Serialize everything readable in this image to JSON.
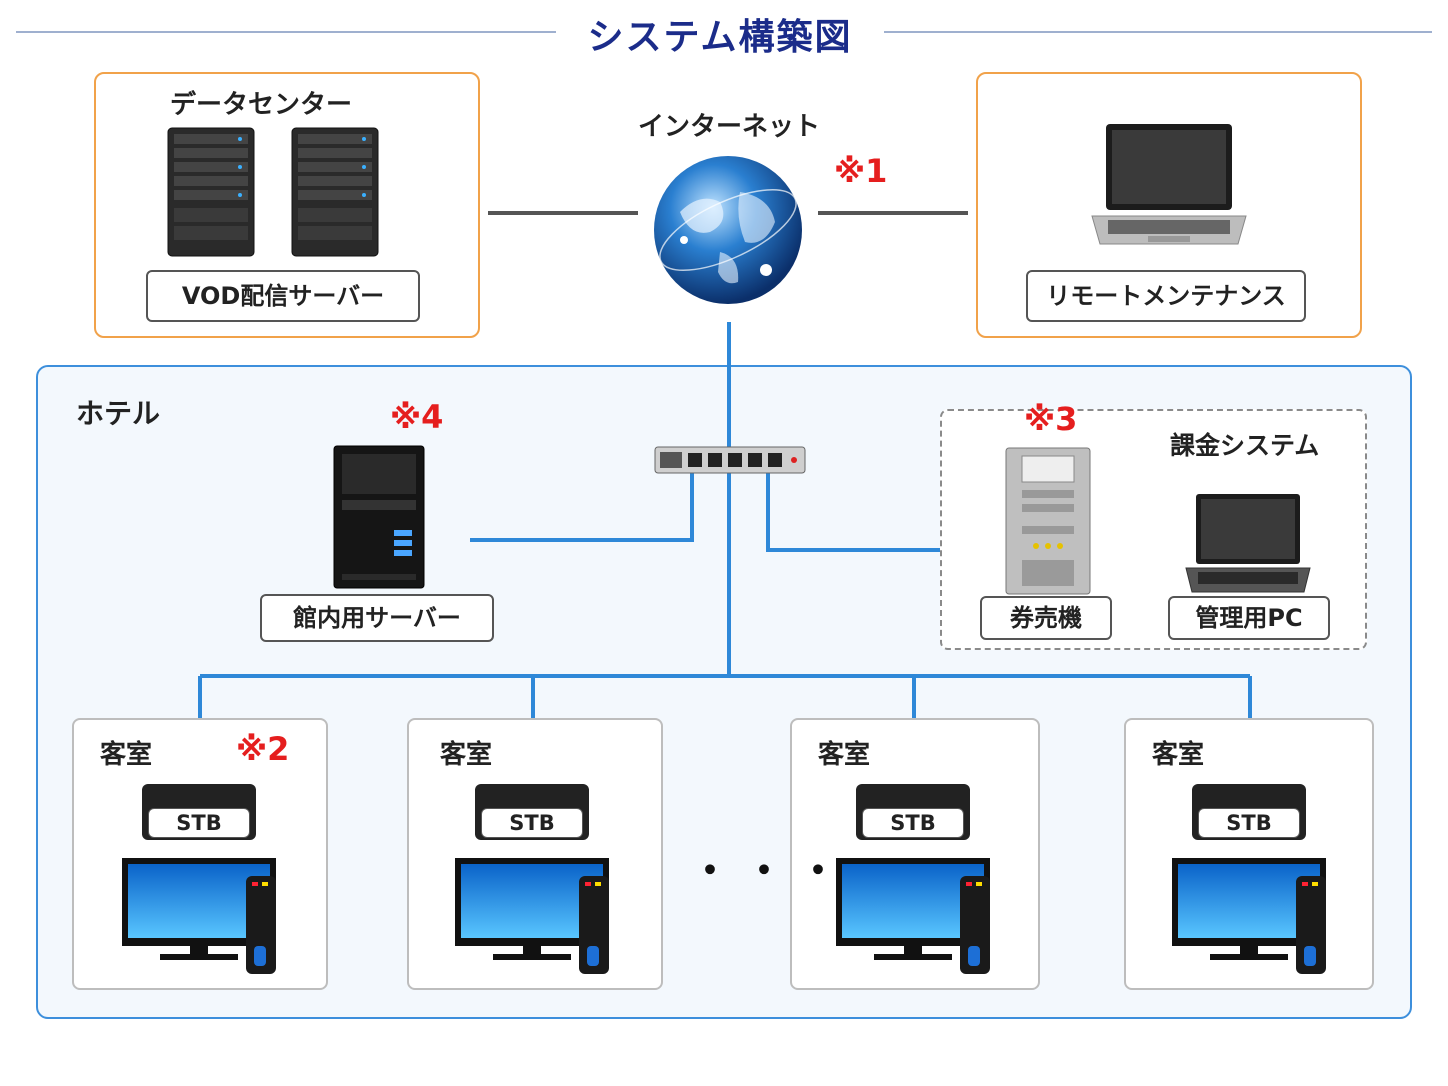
{
  "title": "システム構築図",
  "datacenter": {
    "label": "データセンター",
    "server_label": "VOD配信サーバー"
  },
  "internet": {
    "label": "インターネット",
    "note": "※1"
  },
  "remote": {
    "label": "リモートメンテナンス"
  },
  "hotel": {
    "label": "ホテル",
    "inhouse_server": {
      "label": "館内用サーバー",
      "note": "※4"
    },
    "billing": {
      "label": "課金システム",
      "note": "※3",
      "ticket_machine": "券売機",
      "admin_pc": "管理用PC"
    },
    "ellipsis": "・・・",
    "rooms": [
      {
        "label": "客室",
        "stb": "STB",
        "note": "※2"
      },
      {
        "label": "客室",
        "stb": "STB"
      },
      {
        "label": "客室",
        "stb": "STB"
      },
      {
        "label": "客室",
        "stb": "STB"
      }
    ]
  },
  "colors": {
    "title": "#1b2c8a",
    "accent_orange": "#f1a24a",
    "network_blue": "#2e88d8",
    "note_red": "#e51e1e"
  }
}
